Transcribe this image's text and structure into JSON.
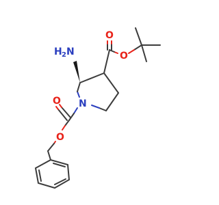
{
  "molecule": {
    "atoms": {
      "ester_o_carbonyl": "O",
      "ester_o_ether": "O",
      "carbamate_o_carbonyl": "O",
      "carbamate_o_ether": "O",
      "ring_n": "N",
      "amine_h": "H",
      "amine_sub": "2",
      "amine_n": "N"
    }
  }
}
